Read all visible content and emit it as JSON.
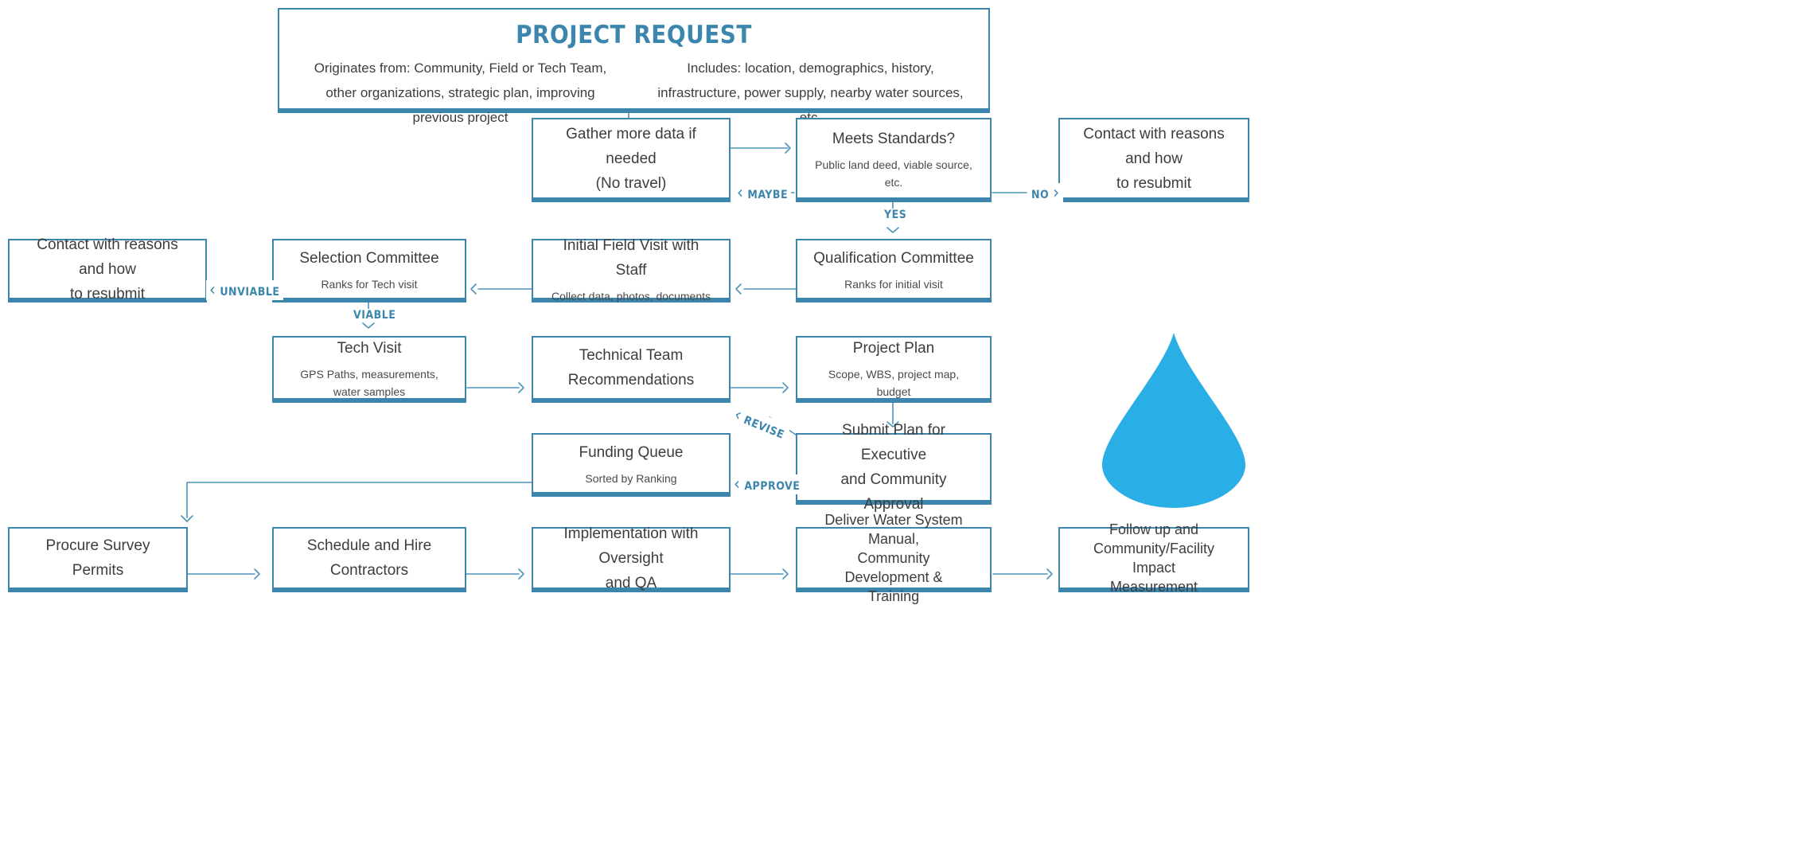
{
  "header": {
    "title": "PROJECT REQUEST",
    "left_text": "Originates from: Community, Field or Tech Team, other organizations, strategic plan, improving previous project",
    "right_text": "Includes: location, demographics, history, infrastructure, power supply, nearby water sources, etc."
  },
  "boxes": {
    "gather": {
      "title": "Gather more data if needed\n(No travel)"
    },
    "meets": {
      "title": "Meets Standards?",
      "sub": "Public land deed, viable source, etc."
    },
    "contact_top": {
      "title": "Contact with reasons and how\nto resubmit"
    },
    "contact_left": {
      "title": "Contact with reasons and how\nto resubmit"
    },
    "selection": {
      "title": "Selection Committee",
      "sub": "Ranks for Tech visit"
    },
    "initial": {
      "title": "Initial Field Visit with Staff",
      "sub": "Collect data, photos, documents"
    },
    "qualification": {
      "title": "Qualification Committee",
      "sub": "Ranks for initial visit"
    },
    "tech_visit": {
      "title": "Tech Visit",
      "sub": "GPS Paths, measurements, water samples"
    },
    "tech_team": {
      "title": "Technical Team\nRecommendations"
    },
    "project_plan": {
      "title": "Project Plan",
      "sub": "Scope, WBS, project map, budget"
    },
    "submit": {
      "title": "Submit Plan for Executive\nand Community Approval"
    },
    "funding": {
      "title": "Funding Queue",
      "sub": "Sorted by Ranking"
    },
    "procure": {
      "title": "Procure Survey Permits"
    },
    "schedule": {
      "title": "Schedule and Hire Contractors"
    },
    "implementation": {
      "title": "Implementation with Oversight\nand QA"
    },
    "deliver": {
      "title": "Deliver Water System Manual,\nCommunity Development &\nTraining"
    },
    "follow": {
      "title": "Follow up and\nCommunity/Facility Impact\nMeasurement"
    }
  },
  "labels": {
    "maybe": "MAYBE",
    "no": "NO",
    "yes": "YES",
    "unviable": "UNVIABLE",
    "viable": "VIABLE",
    "revise": "REVISE",
    "approve": "APPROVE"
  },
  "colors": {
    "accent": "#3c86ad",
    "line": "#4f93b8",
    "drop": "#29aee5",
    "text": "#3d3d3d"
  },
  "icons": {
    "chevron": "chevron-icon",
    "drop": "water-drop-icon"
  }
}
